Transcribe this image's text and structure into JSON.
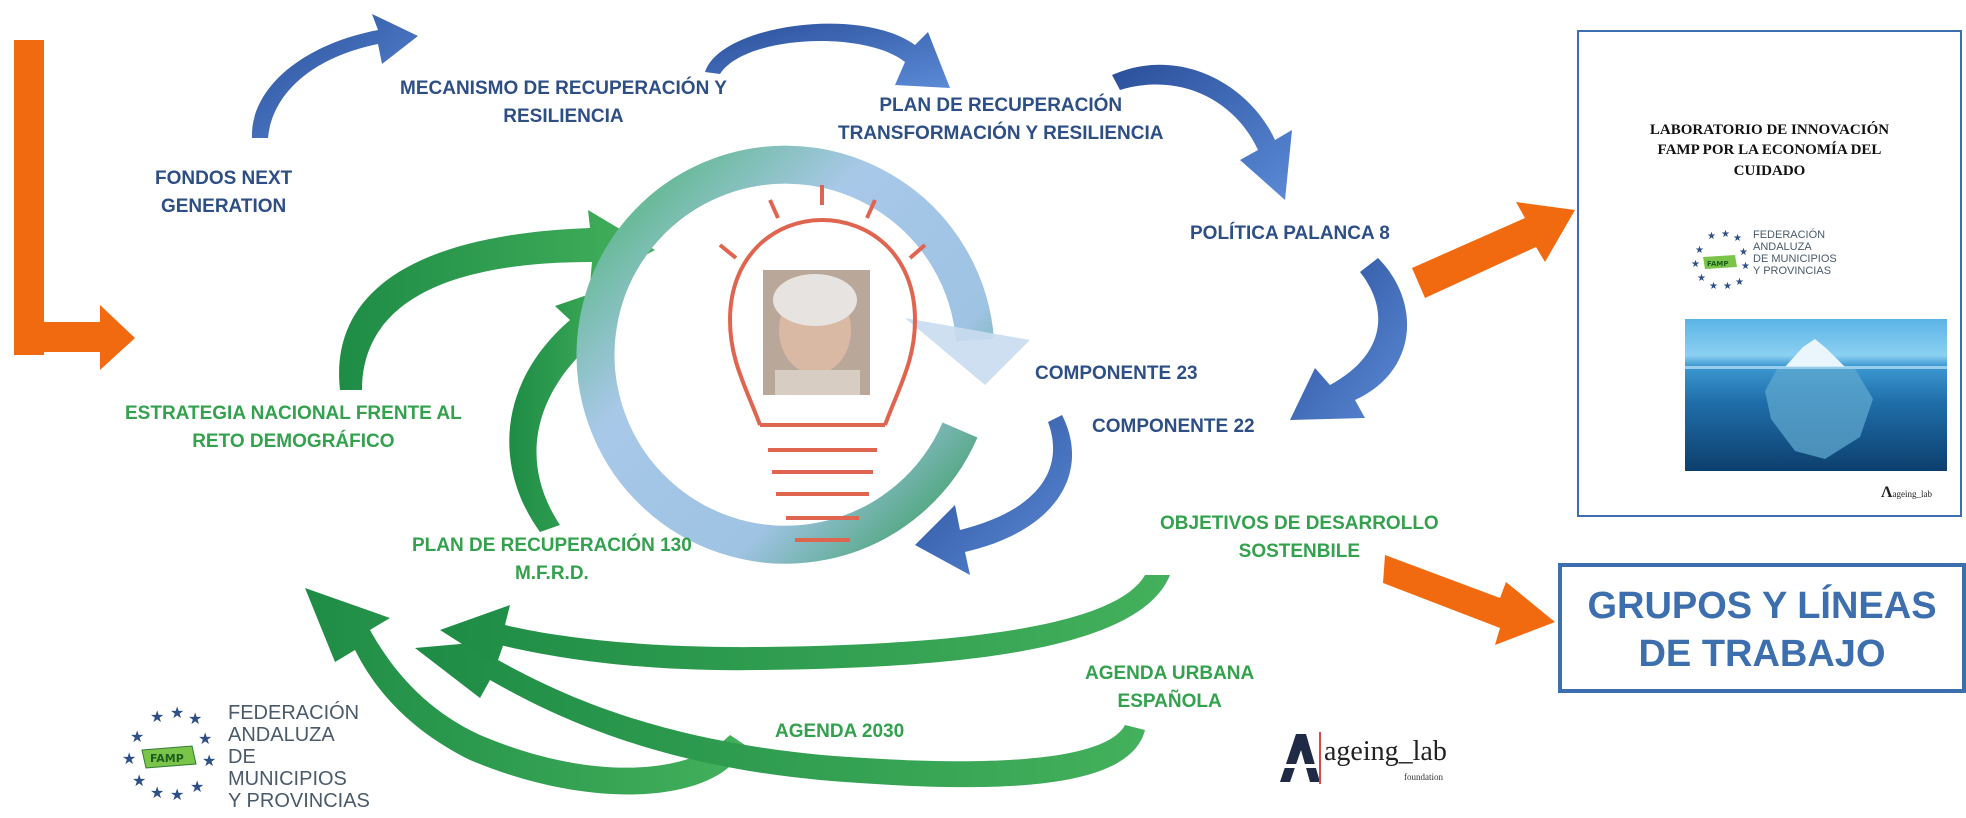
{
  "labels": {
    "fondos": [
      "FONDOS NEXT",
      "GENERATION"
    ],
    "mecanismo": [
      "MECANISMO DE RECUPERACIÓN Y",
      "RESILIENCIA"
    ],
    "plan_recuperacion": [
      "PLAN DE RECUPERACIÓN",
      "TRANSFORMACIÓN Y RESILIENCIA"
    ],
    "politica": "POLÍTICA PALANCA 8",
    "componente23": "COMPONENTE 23",
    "componente22": "COMPONENTE 22",
    "estrategia": [
      "ESTRATEGIA NACIONAL FRENTE AL",
      "RETO DEMOGRÁFICO"
    ],
    "plan130": [
      "PLAN DE RECUPERACIÓN 130",
      "M.F.R.D."
    ],
    "ods": [
      "OBJETIVOS DE DESARROLLO",
      "SOSTENBILE"
    ],
    "agenda_urbana": [
      "AGENDA URBANA",
      "ESPAÑOLA"
    ],
    "agenda2030": "AGENDA 2030"
  },
  "document": {
    "title": [
      "LABORATORIO DE INNOVACIÓN",
      "FAMP POR LA ECONOMÍA DEL",
      "CUIDADO"
    ],
    "famp_lines": [
      "FEDERACIÓN",
      "ANDALUZA",
      "DE MUNICIPIOS",
      "Y PROVINCIAS"
    ],
    "famp_badge": "FAMP",
    "footer_logo": "ageing_lab"
  },
  "famp_logo": {
    "lines": [
      "FEDERACIÓN",
      "ANDALUZA",
      "DE MUNICIPIOS",
      "Y PROVINCIAS"
    ],
    "badge": "FAMP"
  },
  "groups_box": [
    "GRUPOS Y LÍNEAS",
    "DE TRABAJO"
  ],
  "ageing_logo": {
    "name": "ageing_lab",
    "sub": "foundation"
  },
  "colors": {
    "blue_text": "#2e4f86",
    "green_text": "#33a14d",
    "orange": "#f26a10",
    "box_blue": "#3d6fae"
  }
}
